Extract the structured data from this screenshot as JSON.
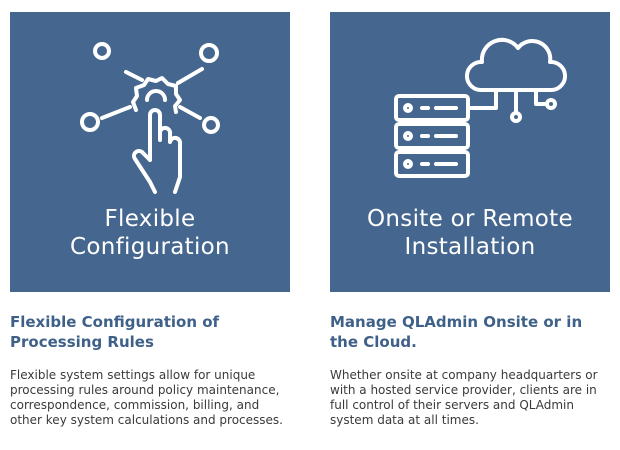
{
  "colors": {
    "panel": "#45668e",
    "heading": "#3f6189"
  },
  "cards": [
    {
      "icon": "gear-touch-network-icon",
      "panel_title_1": "Flexible",
      "panel_title_2": "Configuration",
      "heading_1": "Flexible Configuration of",
      "heading_2": "Processing Rules",
      "body": "Flexible system settings allow for unique processing rules around policy maintenance, correspondence, commission, billing, and other key system calculations and processes."
    },
    {
      "icon": "server-cloud-icon",
      "panel_title_1": "Onsite or Remote",
      "panel_title_2": "Installation",
      "heading_1": "Manage QLAdmin Onsite or in",
      "heading_2": "the Cloud.",
      "body": "Whether onsite at company headquarters or with a hosted service provider, clients are in full control of their servers and QLAdmin system data at all times."
    }
  ]
}
